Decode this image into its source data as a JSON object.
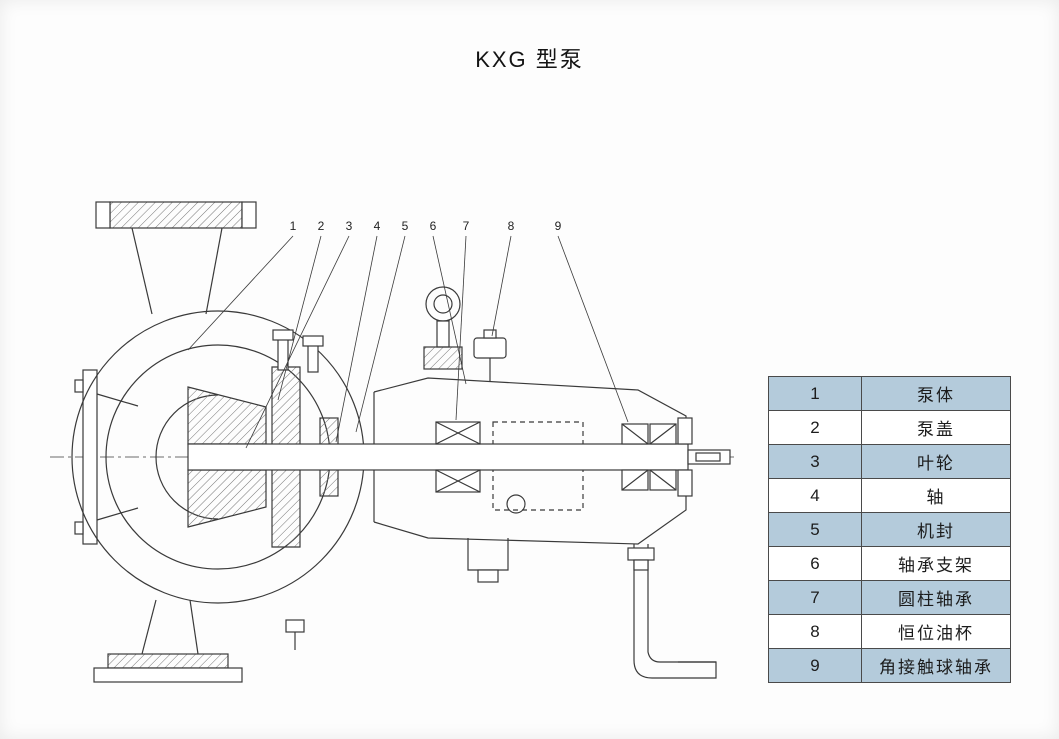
{
  "title": "KXG 型泵",
  "parts_table": {
    "rows": [
      {
        "num": "1",
        "name": "泵体"
      },
      {
        "num": "2",
        "name": "泵盖"
      },
      {
        "num": "3",
        "name": "叶轮"
      },
      {
        "num": "4",
        "name": "轴"
      },
      {
        "num": "5",
        "name": "机封"
      },
      {
        "num": "6",
        "name": "轴承支架"
      },
      {
        "num": "7",
        "name": "圆柱轴承"
      },
      {
        "num": "8",
        "name": "恒位油杯"
      },
      {
        "num": "9",
        "name": "角接触球轴承"
      }
    ]
  },
  "callouts": [
    "1",
    "2",
    "3",
    "4",
    "5",
    "6",
    "7",
    "8",
    "9"
  ],
  "colors": {
    "row_shaded": "#b4cbdb",
    "row_plain": "#ffffff",
    "table_border": "#4a4a4a",
    "line": "#3a3a3a"
  }
}
